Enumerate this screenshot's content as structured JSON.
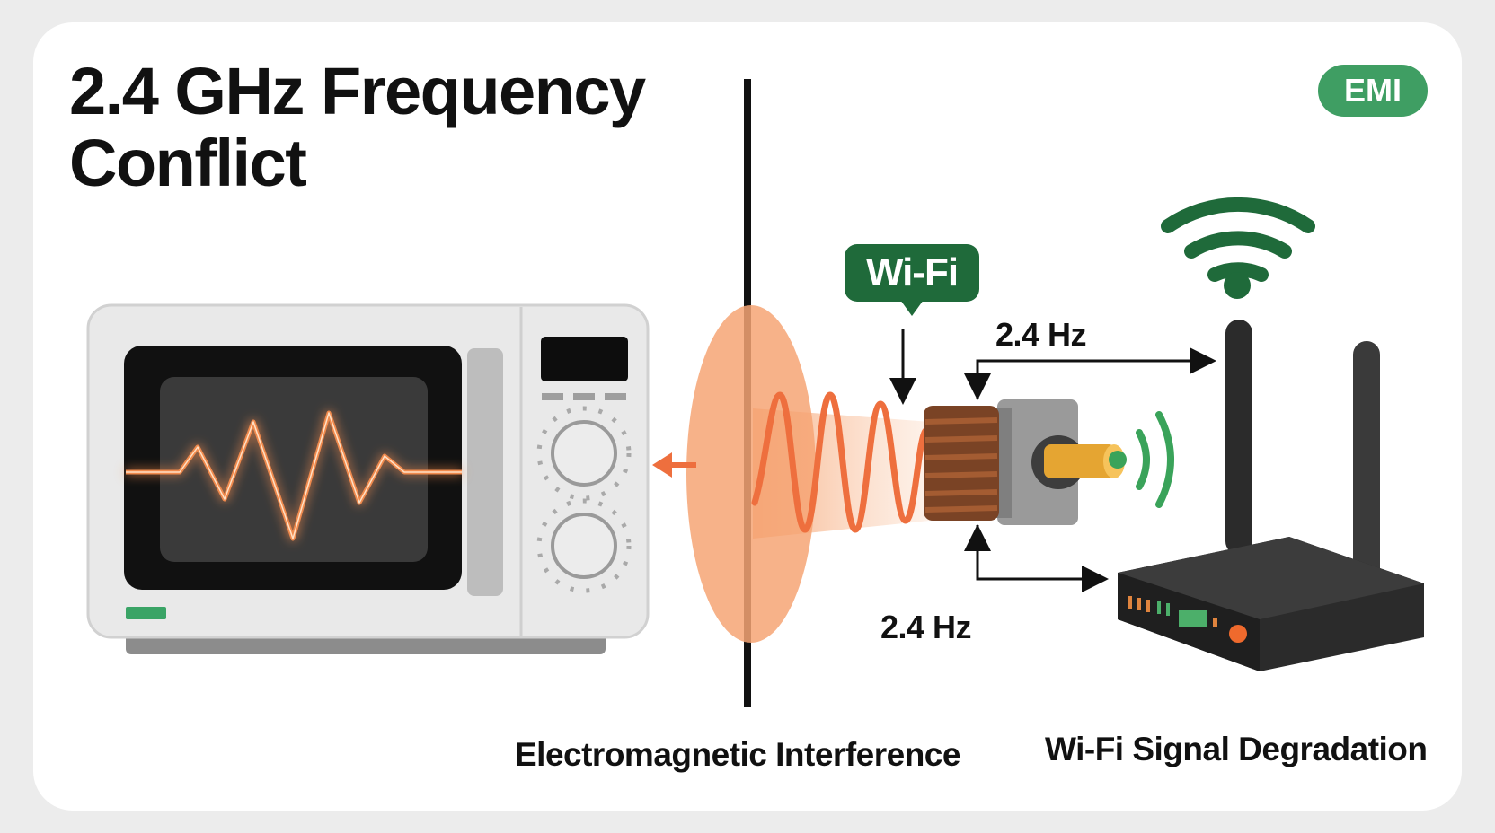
{
  "title": "2.4 GHz Frequency Conflict",
  "badge": "EMI",
  "wifi_tag": "Wi-Fi",
  "freq_top": "2.4 Hz",
  "freq_bottom": "2.4 Hz",
  "caption_left": "Electromagnetic Interference",
  "caption_right": "Wi-Fi Signal Degradation",
  "colors": {
    "badge": "#3f9e63",
    "wifi_tag": "#1f6a3a",
    "interference_wave": "#ef7a4a",
    "signal_green": "#2f9d54",
    "router_body": "#2b2b2b"
  },
  "icons": {
    "microwave": "microwave-icon",
    "wave": "interference-wave-icon",
    "motor": "motor-coil-icon",
    "wifi": "wifi-signal-icon",
    "router": "router-icon"
  }
}
